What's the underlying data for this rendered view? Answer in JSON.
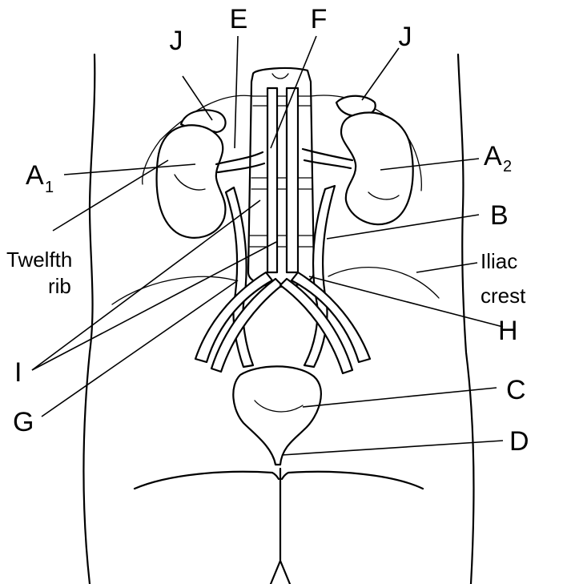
{
  "labels": {
    "A1_main": "A",
    "A1_sub": "1",
    "A2_main": "A",
    "A2_sub": "2",
    "B": "B",
    "C": "C",
    "D": "D",
    "E": "E",
    "F": "F",
    "G": "G",
    "H": "H",
    "I": "I",
    "J_left": "J",
    "J_right": "J",
    "twelfth_rib_line1": "Twelfth",
    "twelfth_rib_line2": "rib",
    "iliac_crest_line1": "Iliac",
    "iliac_crest_line2": "crest"
  }
}
